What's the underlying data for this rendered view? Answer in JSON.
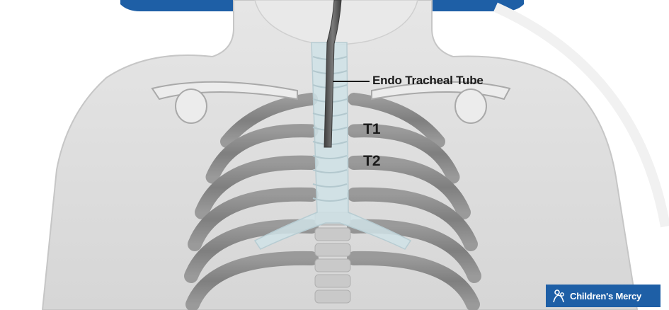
{
  "labels": {
    "tube": "Endo Tracheal Tube",
    "t1": "T1",
    "t2": "T2"
  },
  "logo": {
    "text": "Children's Mercy",
    "icon": "childrens-mercy-logo-icon",
    "color": "#1e5fa6"
  },
  "colors": {
    "banner": "#1e5fa6",
    "body": "#d9d9d9",
    "ribs": "#8a8a8a",
    "trachea": "#c9dde2",
    "tube": "#5a5a5a"
  }
}
